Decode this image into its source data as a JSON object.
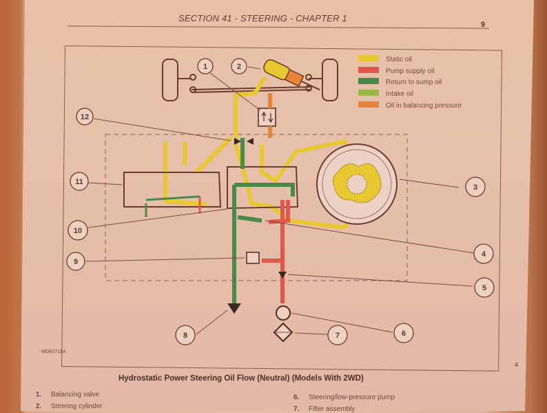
{
  "header": {
    "title": "SECTION 41 - STEERING - CHAPTER 1",
    "page_number": "9"
  },
  "figure": {
    "id": "MDE0718A",
    "number": "4",
    "caption": "Hydrostatic Power Steering Oil Flow (Neutral) (Models With 2WD)"
  },
  "legend": [
    {
      "label": "Static oil",
      "color": "#e8c830"
    },
    {
      "label": "Pump supply oil",
      "color": "#e0584a"
    },
    {
      "label": "Return to sump oil",
      "color": "#4a8a48"
    },
    {
      "label": "Intake oil",
      "color": "#9ab84a"
    },
    {
      "label": "Oil in balancing pressure",
      "color": "#e8843a"
    }
  ],
  "callouts": [
    "1",
    "2",
    "3",
    "4",
    "5",
    "6",
    "7",
    "8",
    "9",
    "10",
    "11",
    "12"
  ],
  "components_list": [
    {
      "number": "1.",
      "label": "Balancing valve"
    },
    {
      "number": "2.",
      "label": "Steering cylinder"
    },
    {
      "number": "6.",
      "label": "Steering/low-pressure pump"
    },
    {
      "number": "7.",
      "label": "Filter assembly"
    }
  ],
  "colors": {
    "static": "#e8c830",
    "pump_supply": "#e0584a",
    "return": "#4a8a48",
    "intake": "#9ab84a",
    "balancing": "#e8843a",
    "ink": "#6a3a2a"
  }
}
